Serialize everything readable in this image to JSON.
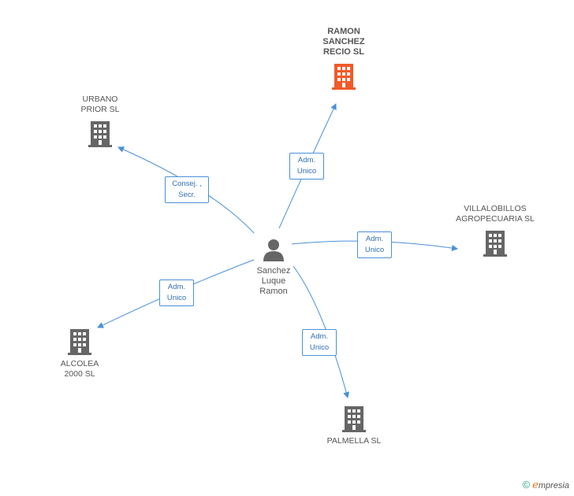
{
  "center": {
    "name_lines": [
      "Sanchez",
      "Luque",
      "Ramon"
    ],
    "icon": "person-icon"
  },
  "companies": [
    {
      "id": "ramon",
      "lines": [
        "RAMON",
        "SANCHEZ",
        "RECIO SL"
      ],
      "color": "#f05a28",
      "main": true,
      "role": [
        "Adm.",
        "Unico"
      ]
    },
    {
      "id": "urbano",
      "lines": [
        "URBANO",
        "PRIOR SL"
      ],
      "color": "#666666",
      "main": false,
      "role": [
        "Consej. ,",
        "Secr."
      ]
    },
    {
      "id": "villalobillos",
      "lines": [
        "VILLALOBILLOS",
        "AGROPECUARIA SL"
      ],
      "color": "#666666",
      "main": false,
      "role": [
        "Adm.",
        "Unico"
      ]
    },
    {
      "id": "alcolea",
      "lines": [
        "ALCOLEA",
        "2000 SL"
      ],
      "color": "#666666",
      "main": false,
      "role": [
        "Adm.",
        "Unico"
      ]
    },
    {
      "id": "palmella",
      "lines": [
        "PALMELLA SL"
      ],
      "color": "#666666",
      "main": false,
      "role": [
        "Adm.",
        "Unico"
      ]
    }
  ],
  "footer": {
    "copyright": "©",
    "brand_initial": "e",
    "brand_rest": "mpresia"
  },
  "colors": {
    "edge": "#4a90d9",
    "building": "#666666",
    "highlight": "#f05a28"
  }
}
